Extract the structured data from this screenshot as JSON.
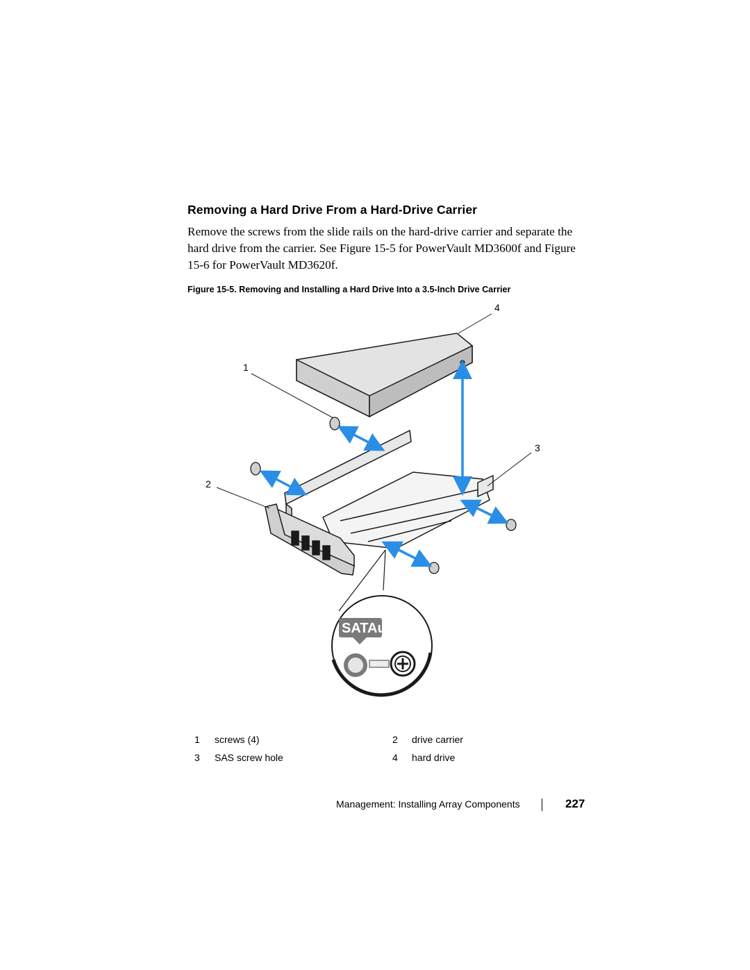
{
  "section": {
    "heading": "Removing a Hard Drive From a Hard-Drive Carrier",
    "body": "Remove the screws from the slide rails on the hard-drive carrier and separate the hard drive from the carrier. See Figure 15-5 for PowerVault MD3600f and Figure 15-6 for PowerVault MD3620f."
  },
  "figure": {
    "caption": "Figure 15-5.   Removing and Installing a Hard Drive Into a 3.5-Inch Drive Carrier",
    "callouts": [
      "1",
      "2",
      "3",
      "4"
    ],
    "label_text": "SATAu",
    "legend": [
      {
        "num": "1",
        "label": "screws (4)"
      },
      {
        "num": "2",
        "label": "drive carrier"
      },
      {
        "num": "3",
        "label": "SAS screw hole"
      },
      {
        "num": "4",
        "label": "hard drive"
      }
    ],
    "colors": {
      "arrow": "#2a8ee6",
      "drive": "#e3e3e3",
      "outline": "#1a1a1a"
    }
  },
  "footer": {
    "text": "Management: Installing Array Components",
    "page_number": "227"
  }
}
